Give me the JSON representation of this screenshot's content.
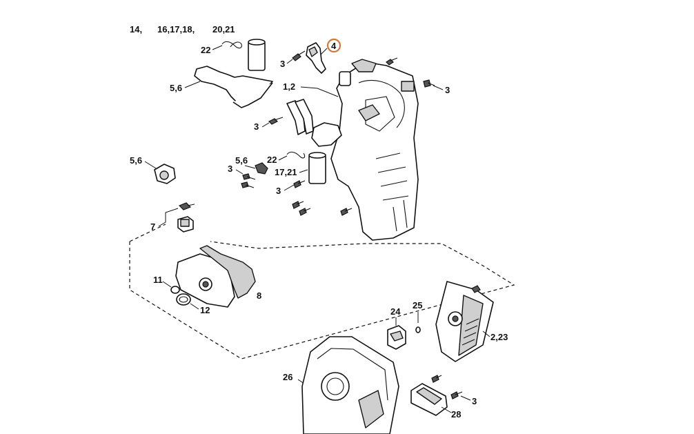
{
  "diagram": {
    "highlight_color": "#d4773b",
    "callouts": {
      "top_14": "14,",
      "top_16_18": "16,17,18,",
      "top_20_21": "20,21",
      "label_22_top": "22",
      "label_4": "4",
      "label_3_screw_top": "3",
      "label_3_right": "3",
      "label_5_6_bracket": "5,6",
      "label_1_2": "1,2",
      "label_3_mid": "3",
      "label_5_6_left": "5,6",
      "label_5_6_mid": "5,6",
      "label_22_mid": "22",
      "label_3_left_mid": "3",
      "label_17_21": "17,21",
      "label_3_lower": "3",
      "label_7": "7",
      "label_11": "11",
      "label_12": "12",
      "label_8": "8",
      "label_24": "24",
      "label_25": "25",
      "label_2_23": "2,23",
      "label_26": "26",
      "label_3_bottom": "3",
      "label_28": "28"
    }
  }
}
